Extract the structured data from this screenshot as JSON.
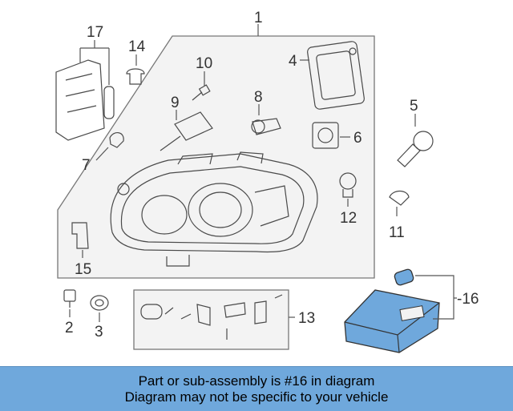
{
  "callouts": {
    "c1": "1",
    "c2": "2",
    "c3": "3",
    "c4": "4",
    "c5": "5",
    "c6": "6",
    "c7": "7",
    "c8": "8",
    "c9": "9",
    "c10": "10",
    "c11": "11",
    "c12": "12",
    "c13": "13",
    "c14": "14",
    "c15": "15",
    "c16": "-16",
    "c17": "17"
  },
  "colors": {
    "highlight": "#6fa8dc",
    "banner": "#6fa8dc"
  },
  "banner": {
    "line1": "Part or sub-assembly is #16 in diagram",
    "line2": "Diagram may not be specific to your vehicle"
  }
}
